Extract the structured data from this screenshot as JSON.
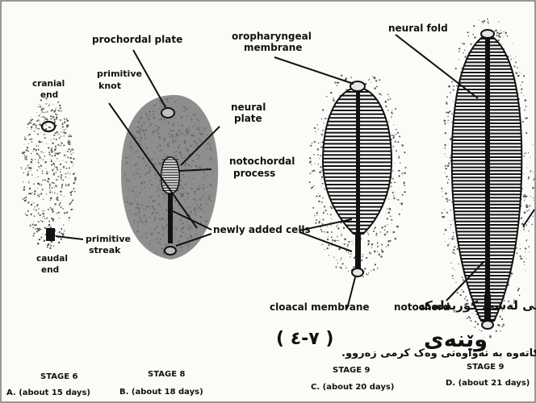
{
  "labels": {
    "prochordal_plate": "prochordal plate",
    "oropharyngeal_1": "oropharyngeal",
    "oropharyngeal_2": "membrane",
    "neural_fold": "neural fold",
    "cranial": "cranial",
    "cranial_end": "end",
    "primitive_knot_1": "primitive",
    "primitive_knot_2": "knot",
    "neural_plate_1": "neural",
    "neural_plate_2": "plate",
    "notochordal_1": "notochordal",
    "notochordal_2": "process",
    "newly_added": "newly added cells",
    "primitive_streak_1": "primitive",
    "primitive_streak_2": "streak",
    "caudal": "caudal",
    "caudal_end": "end",
    "cloacal": "cloacal membrane",
    "notochord": "notochord"
  },
  "stages": [
    {
      "stage": "STAGE 6",
      "caption": "A.  (about 15 days)"
    },
    {
      "stage": "STAGE 8",
      "caption": "B.  (about 18 days)"
    },
    {
      "stage": "STAGE 9",
      "caption": "C.  (about 20 days)"
    },
    {
      "stage": "STAGE 9",
      "caption": "D.  (about 21 days)"
    }
  ],
  "caption": {
    "line1": "ئەم وێنەیە برگە برگە بوونی لەشی کۆرپەلەکە",
    "line2": "روون دەکاتەوە بە تەواوەتی وەک کرمی زەروو.",
    "figure_word": "وێنەی",
    "figure_number": "( ٧-٤ )"
  },
  "colors": {
    "ink": "#111111",
    "stipple": "#555555",
    "disc_fill": "#8c8c8c",
    "paper": "#fbfbf8"
  }
}
